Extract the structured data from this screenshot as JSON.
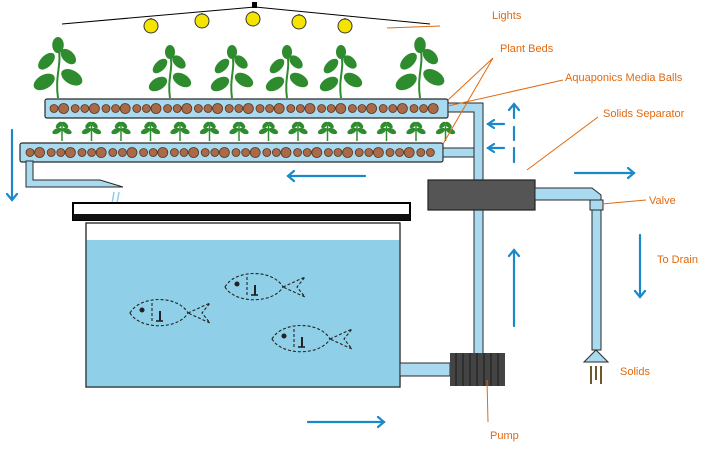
{
  "labels": {
    "lights": "Lights",
    "plant_beds": "Plant Beds",
    "media_balls": "Aquaponics Media Balls",
    "solids_separator": "Solids Separator",
    "valve": "Valve",
    "to_drain": "To Drain",
    "solids": "Solids",
    "pump": "Pump"
  },
  "colors": {
    "water": "#8fd0e8",
    "pipe": "#a9daf0",
    "flow_arrow": "#1b88c9",
    "label": "#e06a10",
    "media_ball": "#a86a48",
    "plant": "#2e8b2e",
    "light_bulb": "#f5e400",
    "device": "#555555"
  },
  "icons": [
    "light-bulb-icon",
    "plant-icon",
    "fish-icon",
    "flow-arrow-icon"
  ]
}
